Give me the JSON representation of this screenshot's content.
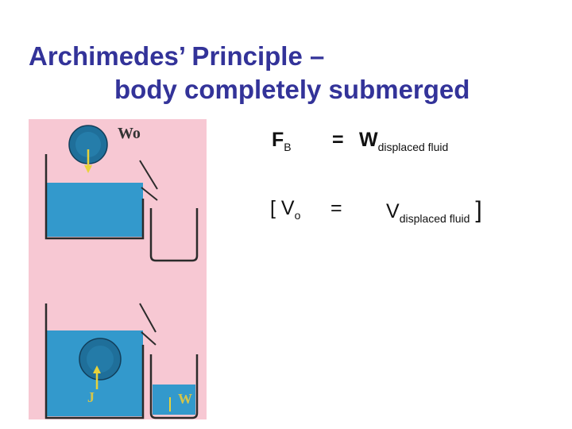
{
  "title": {
    "line1": "Archimedes’ Principle –",
    "line2": "body completely submerged"
  },
  "figure": {
    "top_label": "Wo",
    "bottom_left_label": "J",
    "bottom_right_label": "W",
    "colors": {
      "water": "#3399cc",
      "background": "#f7c8d3",
      "wall": "#2b2b2b",
      "ball": "#1f6f9a",
      "arrow": "#e8d23a"
    }
  },
  "equation1": {
    "lhs": "F",
    "lhs_sub": "B",
    "equals": "=",
    "rhs": "W",
    "rhs_sub": "displaced fluid"
  },
  "equation2": {
    "open": "[",
    "lhs": "V",
    "lhs_sub": "o",
    "equals": "=",
    "rhs": "V",
    "rhs_sub": "displaced fluid",
    "close": "]"
  }
}
